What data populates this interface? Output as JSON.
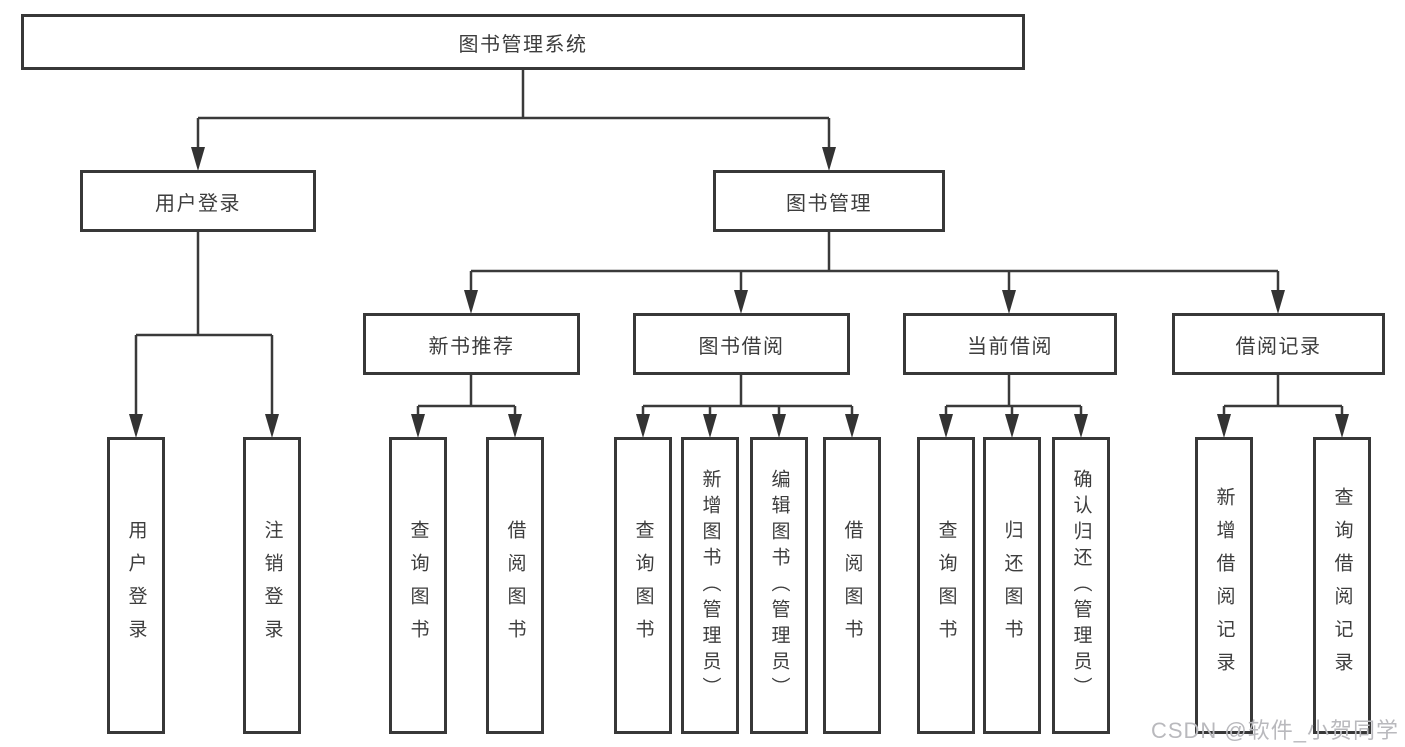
{
  "tree": {
    "label": "图书管理系统",
    "children": [
      {
        "label": "用户登录",
        "children": [
          {
            "label": "用户登录"
          },
          {
            "label": "注销登录"
          }
        ]
      },
      {
        "label": "图书管理",
        "children": [
          {
            "label": "新书推荐",
            "children": [
              {
                "label": "查询图书"
              },
              {
                "label": "借阅图书"
              }
            ]
          },
          {
            "label": "图书借阅",
            "children": [
              {
                "label": "查询图书"
              },
              {
                "label": "新增图书（管理员）"
              },
              {
                "label": "编辑图书（管理员）"
              },
              {
                "label": "借阅图书"
              }
            ]
          },
          {
            "label": "当前借阅",
            "children": [
              {
                "label": "查询图书"
              },
              {
                "label": "归还图书"
              },
              {
                "label": "确认归还（管理员）"
              }
            ]
          },
          {
            "label": "借阅记录",
            "children": [
              {
                "label": "新增借阅记录"
              },
              {
                "label": "查询借阅记录"
              }
            ]
          }
        ]
      }
    ]
  },
  "watermark": "CSDN @软件_小贺同学",
  "colors": {
    "line": "#3a3a3a",
    "box_border": "#383838",
    "text": "#3d3d3d",
    "watermark": "#b9b9bd",
    "background": "#ffffff"
  }
}
